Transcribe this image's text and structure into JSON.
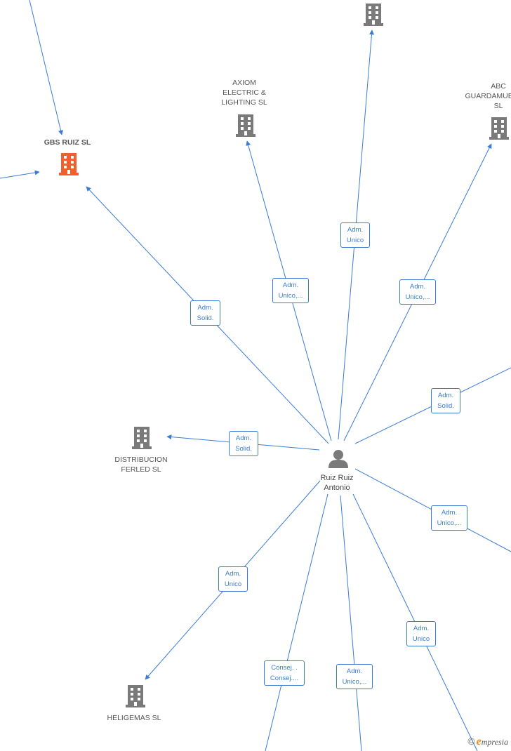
{
  "center": {
    "name": "Ruiz Ruiz\nAntonio"
  },
  "companies": {
    "gbs": {
      "name": "GBS RUIZ  SL",
      "highlight": true
    },
    "axiom": {
      "name": "AXIOM\nELECTRIC &\nLIGHTING  SL"
    },
    "top": {
      "name": ""
    },
    "abc": {
      "name": "ABC\nGUARDAMUEBLES\nSL"
    },
    "distribucion": {
      "name": "DISTRIBUCION\nFERLED  SL"
    },
    "heligemas": {
      "name": "HELIGEMAS  SL"
    }
  },
  "roles": {
    "gbs": "Adm.\nSolid.",
    "axiom": "Adm.\nUnico,...",
    "top": "Adm.\nUnico",
    "abc": "Adm.\nUnico,...",
    "right_upper": "Adm.\nSolid.",
    "distribucion": "Adm.\nSolid.",
    "right_lower": "Adm.\nUnico,...",
    "heligemas": "Adm.\nUnico",
    "bottom_left": "Consej. .\nConsej....",
    "bottom_mid": "Adm.\nUnico,...",
    "bottom_right": "Adm.\nUnico"
  },
  "colors": {
    "edge": "#3a7bd5",
    "building": "#7a7a7a",
    "building_highlight": "#f0602a"
  },
  "brand": {
    "copyright": "©",
    "initial": "e",
    "rest": "mpresia"
  }
}
